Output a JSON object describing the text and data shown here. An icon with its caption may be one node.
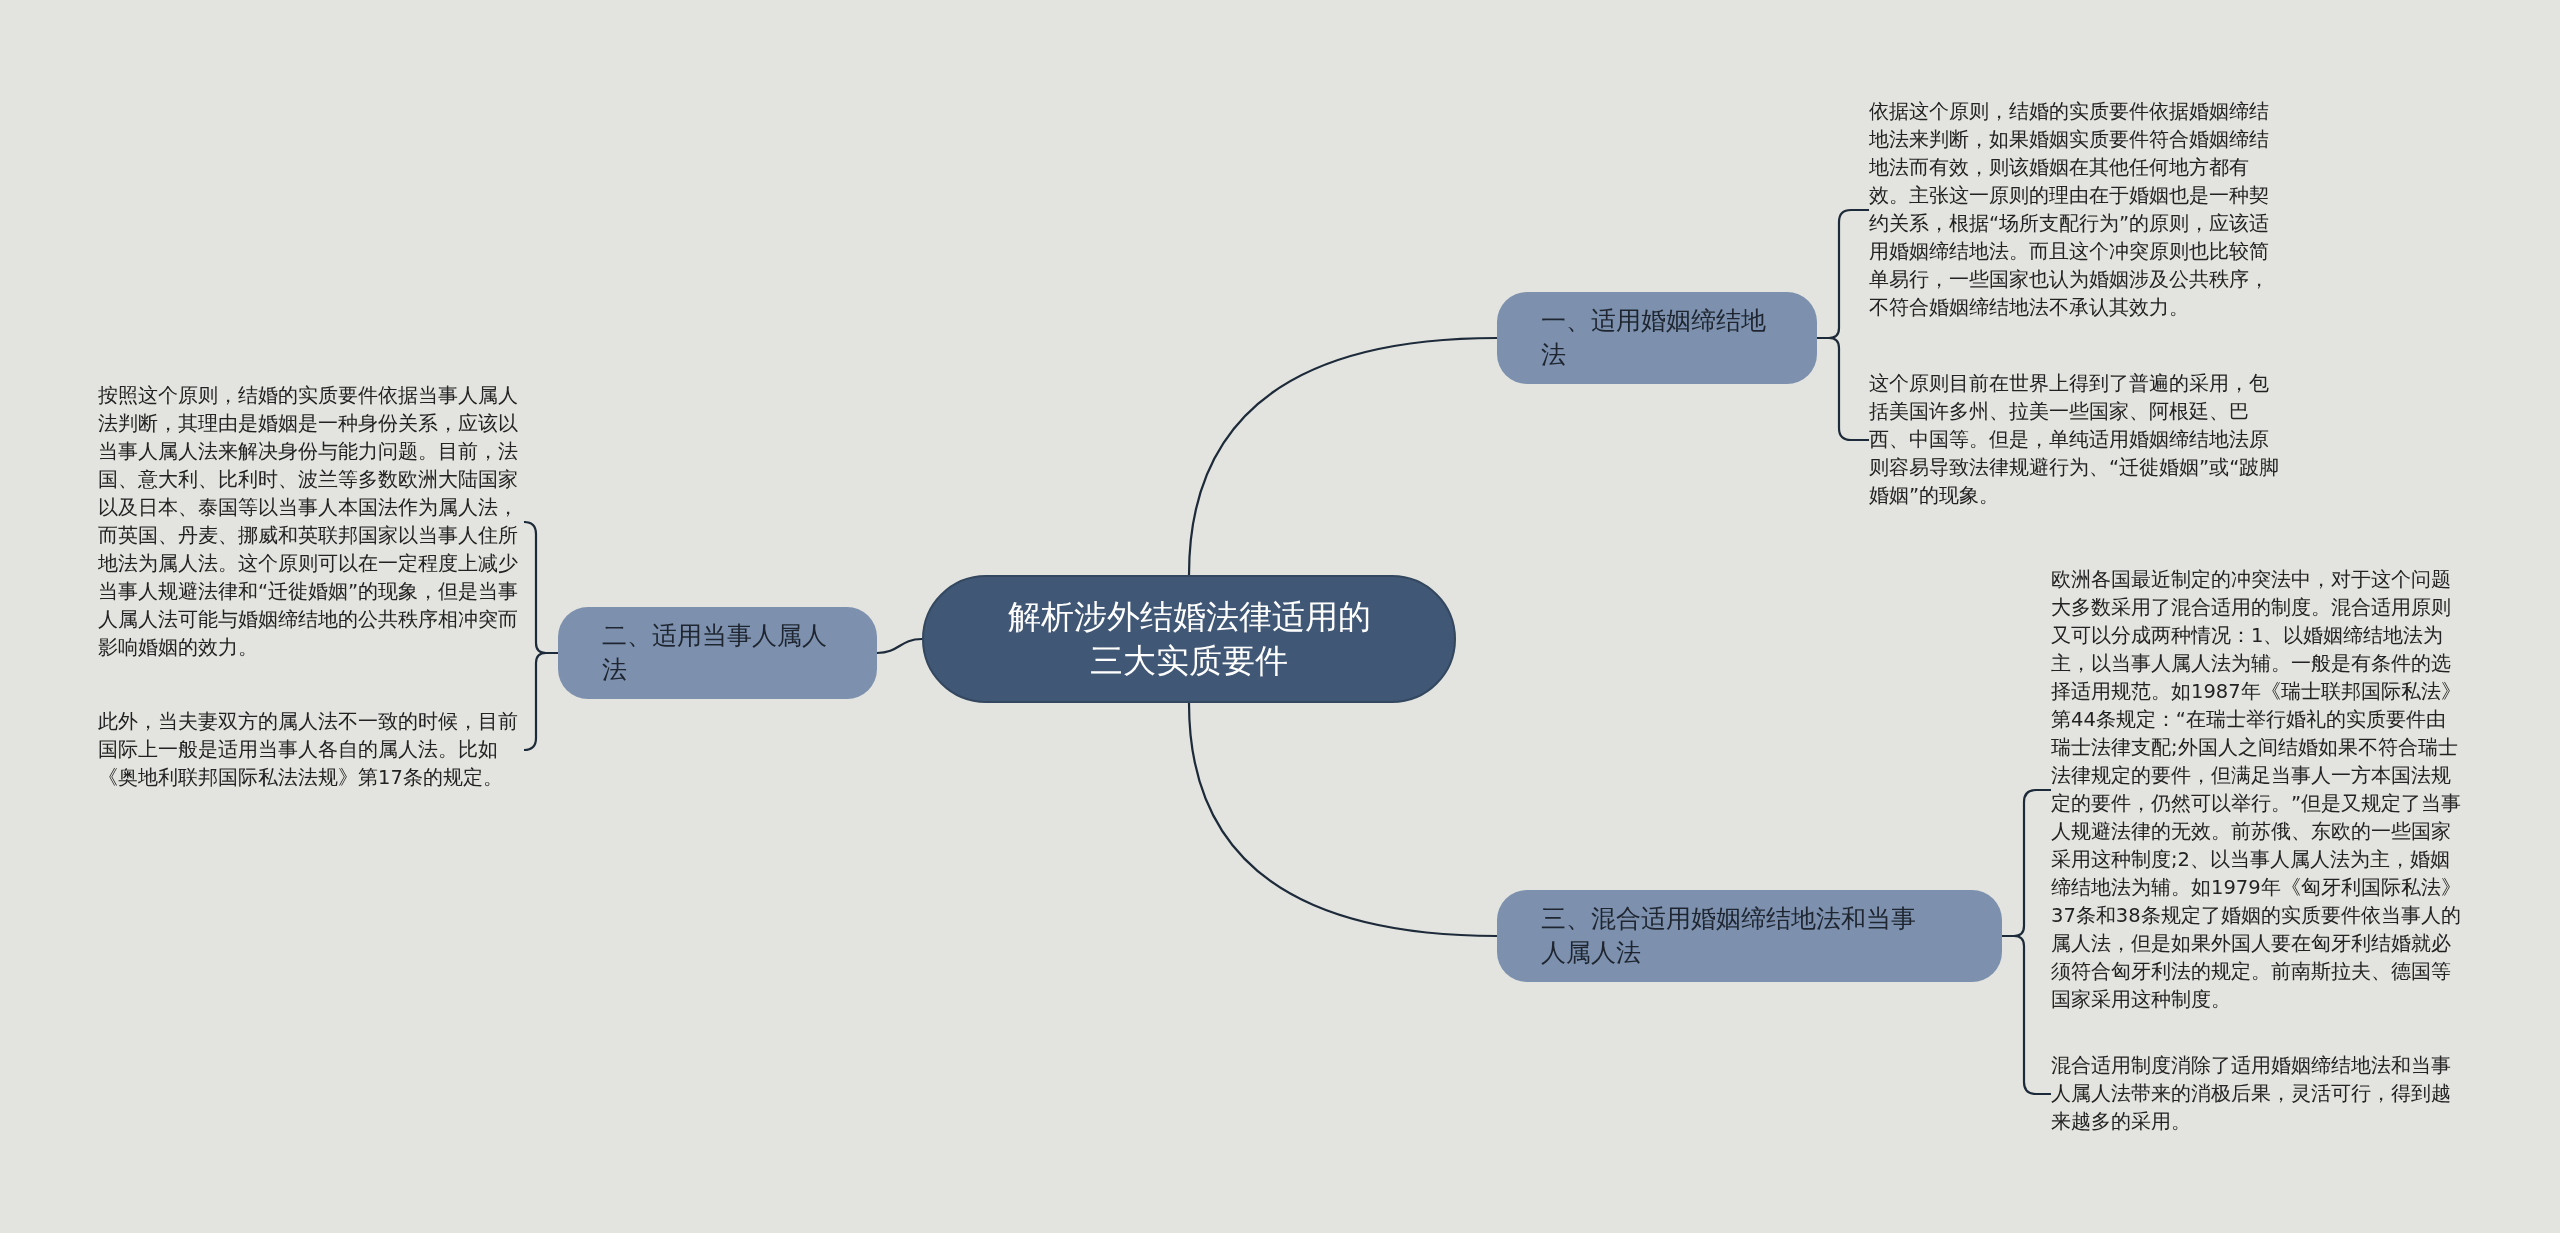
{
  "diagram": {
    "nodes": [
      {
        "text": [
          "解析涉外结婚法律适用的三大实质要件"
        ]
      },
      {
        "text": [
          "一、适用婚姻缔结地法"
        ]
      },
      {
        "text": [
          "依据这个原则，结婚的实质要件依据婚姻缔结地法来判断，如果婚姻实质要件符合婚姻缔结地法而有效，则该婚姻在其他任何地方都有效。主张这一原则的理由在于婚姻也是一种契约关系，根据“场所支配行为”的原则，应该适用婚姻缔结地法。而且这个冲突原则也比较简单易行，一些国家也认为婚姻涉及公共秩序，不符合婚姻缔结地法不承认其效力。"
        ]
      },
      {
        "text": [
          "这个原则目前在世界上得到了普遍的采用，包括美国许多州、拉美一些国家、阿根廷、巴西、中国等。但是，单纯适用婚姻缔结地法原则容易导致法律规避行为、“迁徙婚姻”或“跛脚婚姻”的现象。"
        ]
      },
      {
        "text": [
          "二、适用当事人属人法"
        ]
      },
      {
        "text": [
          "按照这个原则，结婚的实质要件依据当事人属人法判断，其理由是婚姻是一种身份关系，应该以当事人属人法来解决身份与能力问题。目前，法国、意大利、比利时、波兰等多数欧洲大陆国家以及日本、泰国等以当事人本国法作为属人法，而英国、丹麦、挪威和英联邦国家以当事人住所地法为属人法。这个原则可以在一定程度上减少当事人规避法律和“迁徙婚姻”的现象，但是当事人属人法可能与婚姻缔结地的公共秩序相冲突而影响婚姻的效力。"
        ]
      },
      {
        "text": [
          "此外，当夫妻双方的属人法不一致的时候，目前国际上一般是适用当事人各自的属人法。比如《奥地利联邦国际私法法规》第17条的规定。"
        ]
      },
      {
        "text": [
          "三、混合适用婚姻缔结地法和当事人属人法"
        ]
      },
      {
        "text": [
          "欧洲各国最近制定的冲突法中，对于这个问题大多数采用了混合适用的制度。混合适用原则又可以分成两种情况：1、以婚姻缔结地法为主，以当事人属人法为辅。一般是有条件的选择适用规范。如1987年《瑞士联邦国际私法》第44条规定：“在瑞士举行婚礼的实质要件由瑞士法律支配;外国人之间结婚如果不符合瑞士法律规定的要件，但满足当事人一方本国法规定的要件，仍然可以举行。”但是又规定了当事人规避法律的无效。前苏俄、东欧的一些国家采用这种制度;2、以当事人属人法为主，婚姻缔结地法为辅。如1979年《匈牙利国际私法》37条和38条规定了婚姻的实质要件依当事人的属人法，但是如果外国人要在匈牙利结婚就必须符合匈牙利法的规定。前南斯拉夫、德国等国家采用这种制度。"
        ]
      },
      {
        "text": [
          "混合适用制度消除了适用婚姻缔结地法和当事人属人法带来的消极后果，灵活可行，得到越来越多的采用。"
        ]
      }
    ],
    "edges": [
      {
        "from": 0,
        "to": 1,
        "arrow": "none"
      },
      {
        "from": 1,
        "to": 2,
        "arrow": "none"
      },
      {
        "from": 1,
        "to": 3,
        "arrow": "none"
      },
      {
        "from": 0,
        "to": 4,
        "arrow": "none"
      },
      {
        "from": 4,
        "to": 5,
        "arrow": "none"
      },
      {
        "from": 4,
        "to": 6,
        "arrow": "none"
      },
      {
        "from": 0,
        "to": 7,
        "arrow": "none"
      },
      {
        "from": 7,
        "to": 8,
        "arrow": "none"
      },
      {
        "from": 7,
        "to": 9,
        "arrow": "none"
      }
    ]
  }
}
